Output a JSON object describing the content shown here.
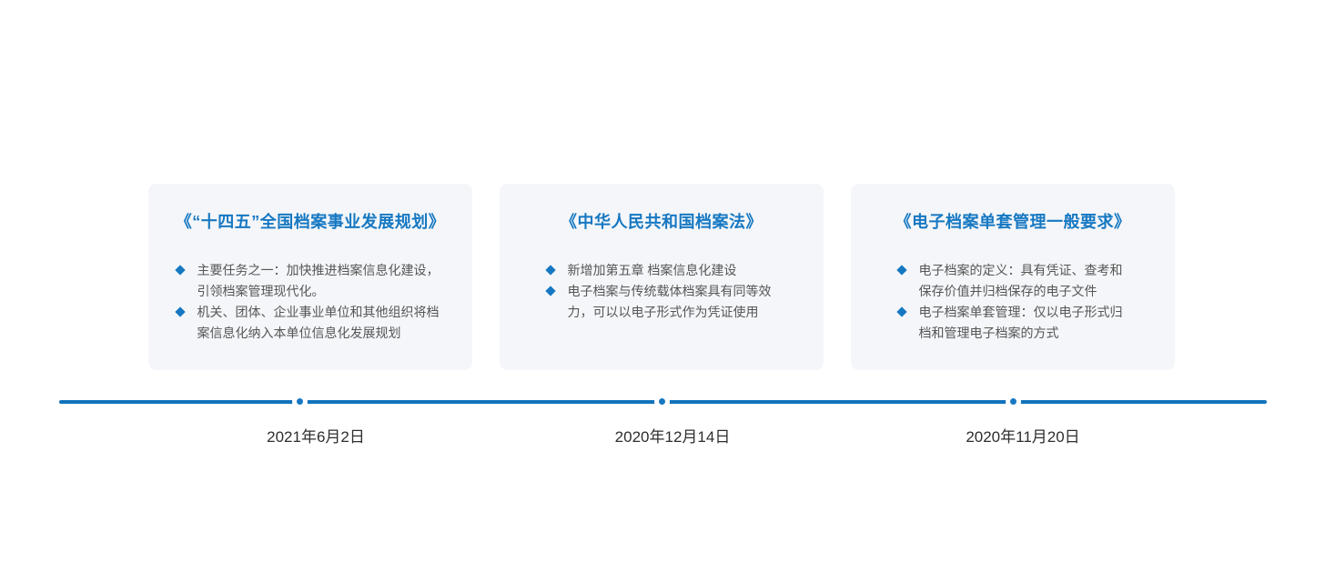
{
  "slide": {
    "background": "#ffffff"
  },
  "colors": {
    "accent_blue": "#1678c2",
    "timeline_blue": "#1173bc",
    "card_background": "#f4f6f9",
    "body_text": "#565656",
    "date_text": "#2e2e2e"
  },
  "icons": {
    "bullet": "diamond-bullet-icon",
    "timeline_marker": "timeline-dot"
  },
  "cards": [
    {
      "title": "《“十四五”全国档案事业发展规划》",
      "bullets": [
        "主要任务之一：加快推进档案信息化建设，引领档案管理现代化。",
        "机关、团体、企业事业单位和其他组织将档案信息化纳入本单位信息化发展规划"
      ],
      "date": "2021年6月2日"
    },
    {
      "title": "《中华人民共和国档案法》",
      "bullets": [
        "新增加第五章 档案信息化建设",
        "电子档案与传统载体档案具有同等效力，可以以电子形式作为凭证使用"
      ],
      "date": "2020年12月14日"
    },
    {
      "title": "《电子档案单套管理一般要求》",
      "bullets": [
        "电子档案的定义：具有凭证、查考和保存价值并归档保存的电子文件",
        "电子档案单套管理：仅以电子形式归档和管理电子档案的方式"
      ],
      "date": "2020年11月20日"
    }
  ]
}
